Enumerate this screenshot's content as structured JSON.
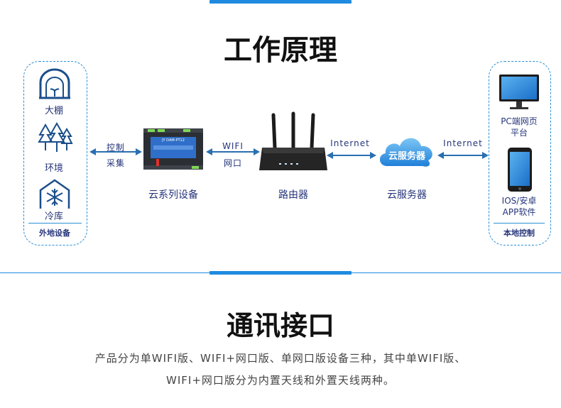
{
  "section1": {
    "title": "工作原理"
  },
  "left_panel": {
    "items": [
      {
        "label": "大棚",
        "icon": "greenhouse-icon"
      },
      {
        "label": "环境",
        "icon": "trees-icon"
      },
      {
        "label": "冷库",
        "icon": "cold-storage-icon"
      }
    ],
    "footer": "外地设备"
  },
  "links": {
    "left": {
      "top": "控制",
      "bottom": "采集"
    },
    "wifi": {
      "top": "WIFI",
      "bottom": "网口"
    },
    "internet1": "Internet",
    "internet2": "Internet"
  },
  "device": {
    "label": "云系列设备",
    "screen_text": "JY DAM-PT12"
  },
  "router": {
    "label": "路由器"
  },
  "cloud": {
    "inner": "云服务器",
    "label": "云服务器"
  },
  "right_panel": {
    "pc": {
      "line1": "PC端网页",
      "line2": "平台"
    },
    "mobile": {
      "line1": "IOS/安卓",
      "line2": "APP软件"
    },
    "footer": "本地控制"
  },
  "section2": {
    "title": "通讯接口",
    "line1": "产品分为单WIFI版、WIFI+网口版、单网口版设备三种，其中单WIFI版、",
    "line2": "WIFI+网口版分为内置天线和外置天线两种。"
  },
  "colors": {
    "accent": "#1f8be0",
    "text": "#26357a",
    "arrow": "#2a6fb0"
  }
}
